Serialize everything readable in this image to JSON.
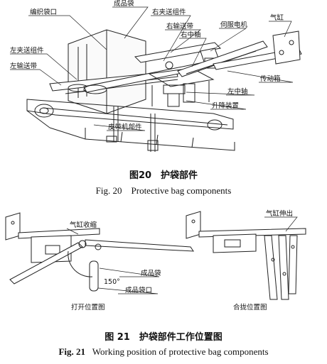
{
  "figure20": {
    "labels": {
      "bag_mouth": "编织袋口",
      "finished_bag": "成品袋",
      "right_clamp": "右夹送组件",
      "right_belt": "右输送带",
      "right_shaft": "右中轴",
      "servo_motor": "伺服电机",
      "cylinder": "气缸",
      "left_clamp": "左夹送组件",
      "left_belt": "左输送带",
      "gearbox": "传动箱",
      "left_shaft": "左中轴",
      "lifting_device": "升降装置",
      "belt_machine": "皮带机部件"
    },
    "caption_cn": "图20　护袋部件",
    "caption_en": "Fig. 20　Protective bag components"
  },
  "figure21": {
    "labels": {
      "cylinder_retract": "气缸收缩",
      "cylinder_extend": "气缸伸出",
      "angle": "150°",
      "finished_bag": "成品袋",
      "finished_bag_mouth": "成品袋口",
      "open_position": "打开位置图",
      "closed_position": "合拢位置图"
    },
    "caption_cn": "图 21　护袋部件工作位置图",
    "caption_en_num": "Fig. 21",
    "caption_en_text": "Working position of protective bag components"
  }
}
